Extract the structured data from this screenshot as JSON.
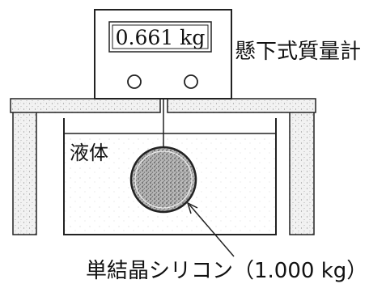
{
  "scale": {
    "reading": "0.661 kg",
    "label": "懸下式質量計"
  },
  "liquid": {
    "label": "液体"
  },
  "crystal": {
    "label": "単結晶シリコン（1.000 kg）"
  }
}
